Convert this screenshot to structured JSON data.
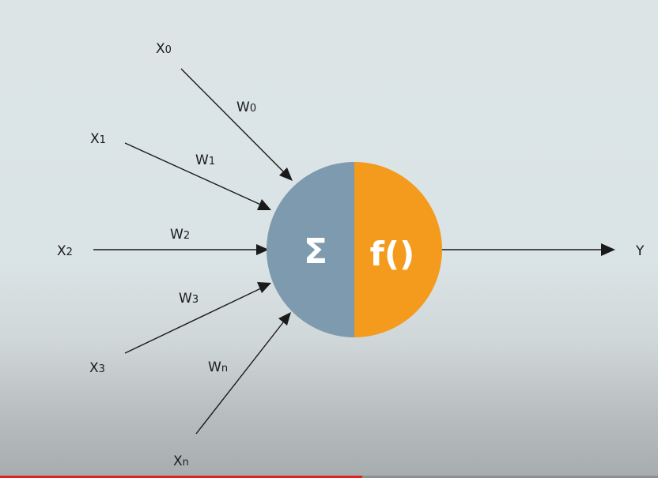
{
  "neuron": {
    "sum_symbol": "Σ",
    "activation_symbol": "f()",
    "colors": {
      "sum_half": "#7e9aae",
      "activation_half": "#f49a1d"
    }
  },
  "inputs": [
    {
      "base": "X",
      "sub": "0",
      "weight_base": "W",
      "weight_sub": "0"
    },
    {
      "base": "X",
      "sub": "1",
      "weight_base": "W",
      "weight_sub": "1"
    },
    {
      "base": "X",
      "sub": "2",
      "weight_base": "W",
      "weight_sub": "2"
    },
    {
      "base": "X",
      "sub": "3",
      "weight_base": "W",
      "weight_sub": "3"
    },
    {
      "base": "X",
      "sub": "n",
      "weight_base": "W",
      "weight_sub": "n"
    }
  ],
  "output": {
    "label": "Y"
  },
  "progress": {
    "fraction": 0.55,
    "color": "#e02424"
  }
}
